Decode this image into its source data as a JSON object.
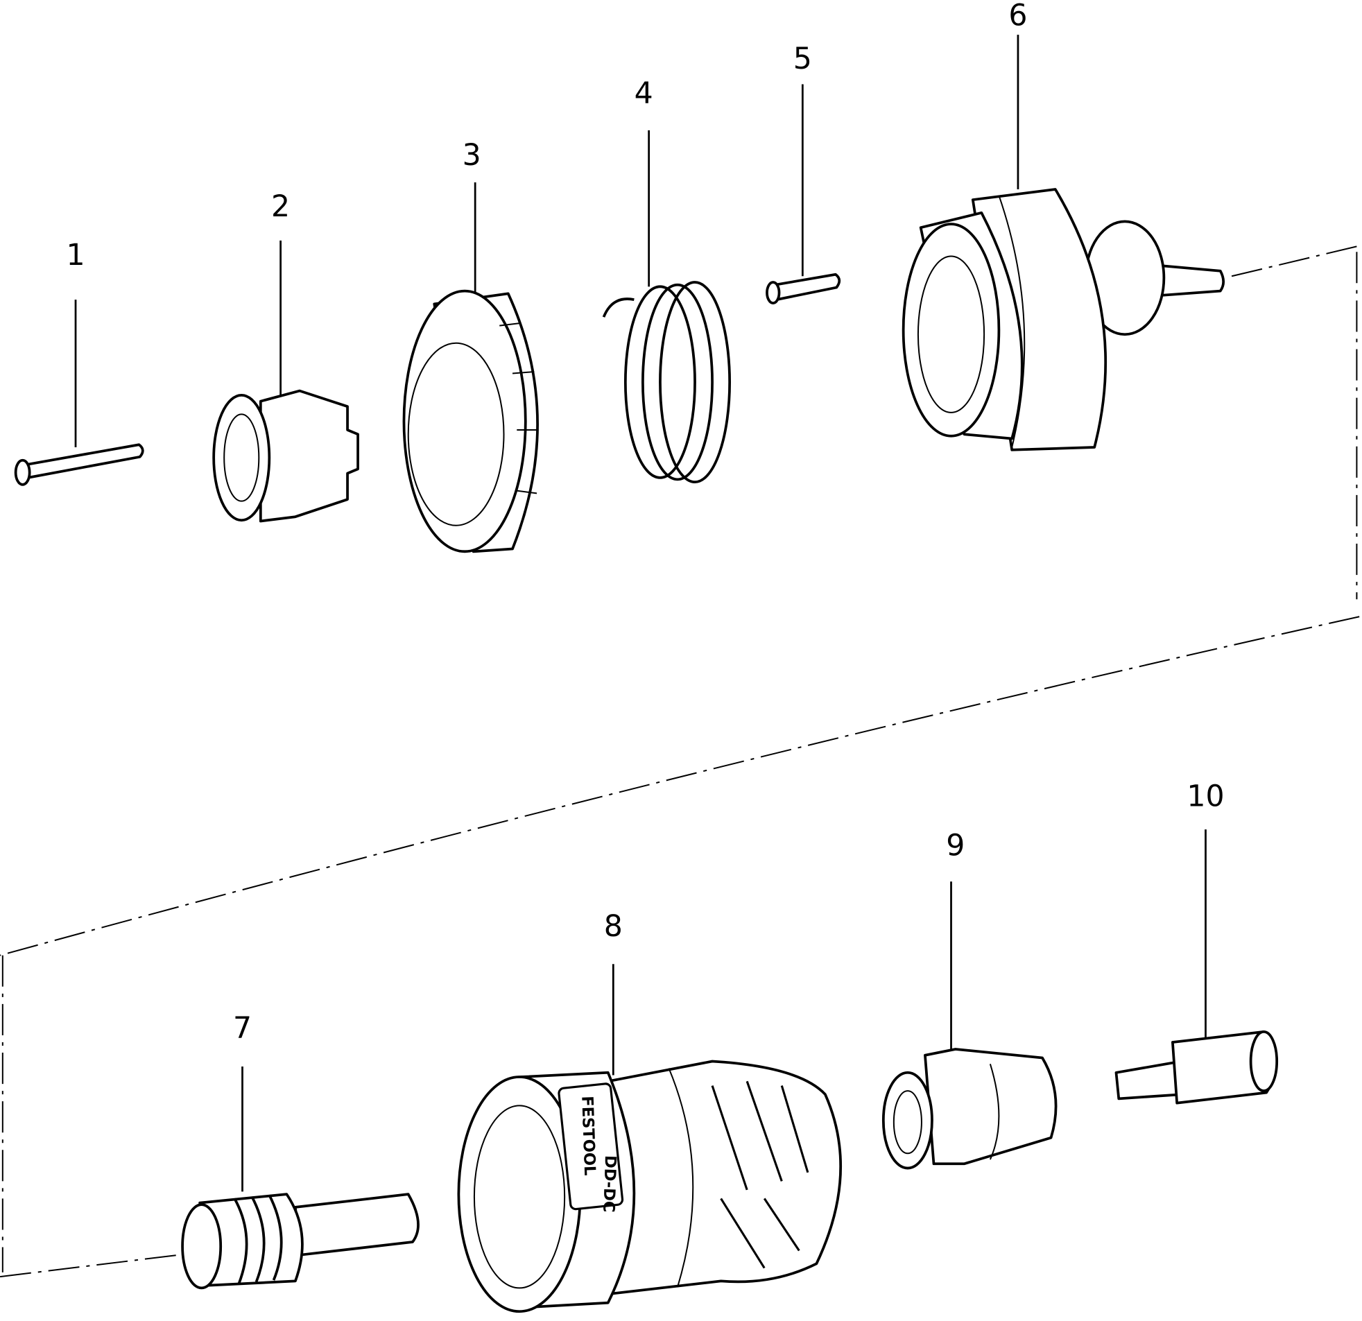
{
  "diagram": {
    "type": "exploded parts diagram",
    "parts": [
      {
        "number": "1"
      },
      {
        "number": "2"
      },
      {
        "number": "3"
      },
      {
        "number": "4"
      },
      {
        "number": "5"
      },
      {
        "number": "6"
      },
      {
        "number": "7"
      },
      {
        "number": "8",
        "logo_text": "FESTOOL",
        "marking": "DD-DC"
      },
      {
        "number": "9"
      },
      {
        "number": "10"
      }
    ]
  }
}
